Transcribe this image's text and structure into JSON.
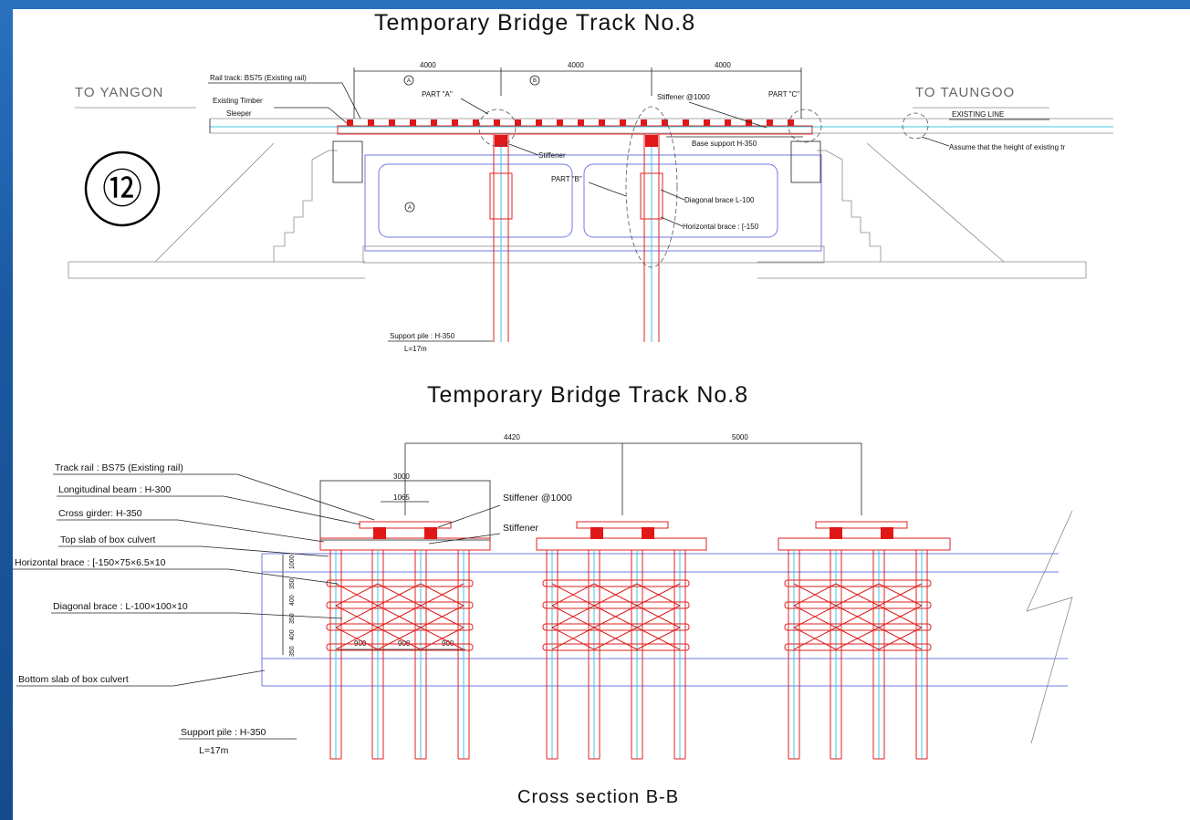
{
  "slide_number": "⑫",
  "top": {
    "title": "Temporary  Bridge Track  No.8",
    "to_left": "TO  YANGON",
    "to_right": "TO  TAUNGOO",
    "dims": [
      "4000",
      "4000",
      "4000"
    ],
    "marks": [
      "A",
      "B",
      "A"
    ],
    "labels": {
      "rail": "Rail track: BS75 (Existing rail)",
      "timber1": "Existing Timber",
      "timber2": "Sleeper",
      "part_a": "PART \"A\"",
      "part_c": "PART \"C\"",
      "stiffener1000": "Stiffener @1000",
      "existing_line": "EXISTING LINE",
      "base_support": "Base support H-350",
      "assume": "Assume that the height of existing tr",
      "stiffener": "Stiffener",
      "part_b": "PART \"B\"",
      "diag": "Diagonal brace L-100",
      "horiz": "Horizontal brace : [-150",
      "pile1": "Support pile : H-350",
      "pile2": "L=17m"
    }
  },
  "bottom": {
    "title": "Temporary  Bridge Track  No.8",
    "dims_top": [
      "4420",
      "5000"
    ],
    "dim_3000": "3000",
    "dim_1065": "1065",
    "vert_dims": [
      "1000",
      "350",
      "400",
      "350",
      "400",
      "350"
    ],
    "horiz_dims": [
      "900",
      "900",
      "900"
    ],
    "labels": {
      "track_rail": "Track rail : BS75 (Existing rail)",
      "long_beam": "Longitudinal beam : H-300",
      "cross_girder": "Cross girder: H-350",
      "top_slab": "Top slab of box culvert",
      "horiz_brace": "Horizontal brace : [-150×75×6.5×10",
      "diag_brace": "Diagonal brace : L-100×100×10",
      "bottom_slab": "Bottom slab of box culvert",
      "pile1": "Support pile : H-350",
      "pile2": "L=17m",
      "stiffener1000": "Stiffener @1000",
      "stiffener": "Stiffener"
    },
    "caption": "Cross section B-B"
  },
  "colors": {
    "background": "#1a58a0",
    "steel": "#e02020",
    "culvert": "#6f78e6",
    "pile_center": "#3fc7e0"
  }
}
